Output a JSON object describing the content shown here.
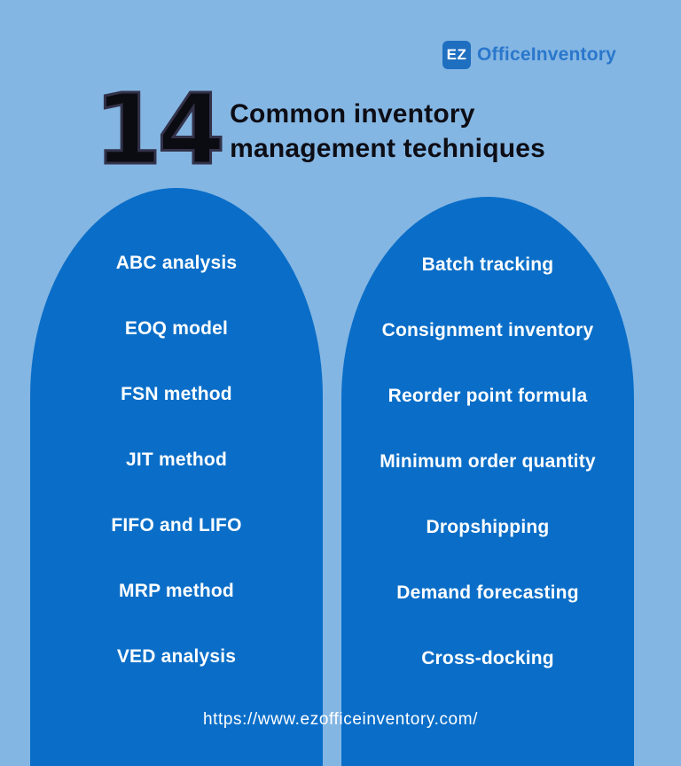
{
  "logo": {
    "badge": "EZ",
    "name": "OfficeInventory"
  },
  "header": {
    "number": "14",
    "title_line1": "Common inventory",
    "title_line2": "management techniques"
  },
  "columns": {
    "left": {
      "items": [
        "ABC analysis",
        "EOQ model",
        "FSN method",
        "JIT method",
        "FIFO and LIFO",
        "MRP method",
        "VED analysis"
      ]
    },
    "right": {
      "items": [
        "Batch tracking",
        "Consignment inventory",
        "Reorder point formula",
        "Minimum order quantity",
        "Dropshipping",
        "Demand forecasting",
        "Cross-docking"
      ]
    }
  },
  "footer": {
    "url": "https://www.ezofficeinventory.com/"
  },
  "colors": {
    "background": "#84B6E3",
    "column_blue": "#0A6EC8",
    "logo_blue": "#2A77CC",
    "badge_blue": "#1E6FC0",
    "heading_black": "#0D0D15",
    "item_text": "#FFFFFF"
  }
}
